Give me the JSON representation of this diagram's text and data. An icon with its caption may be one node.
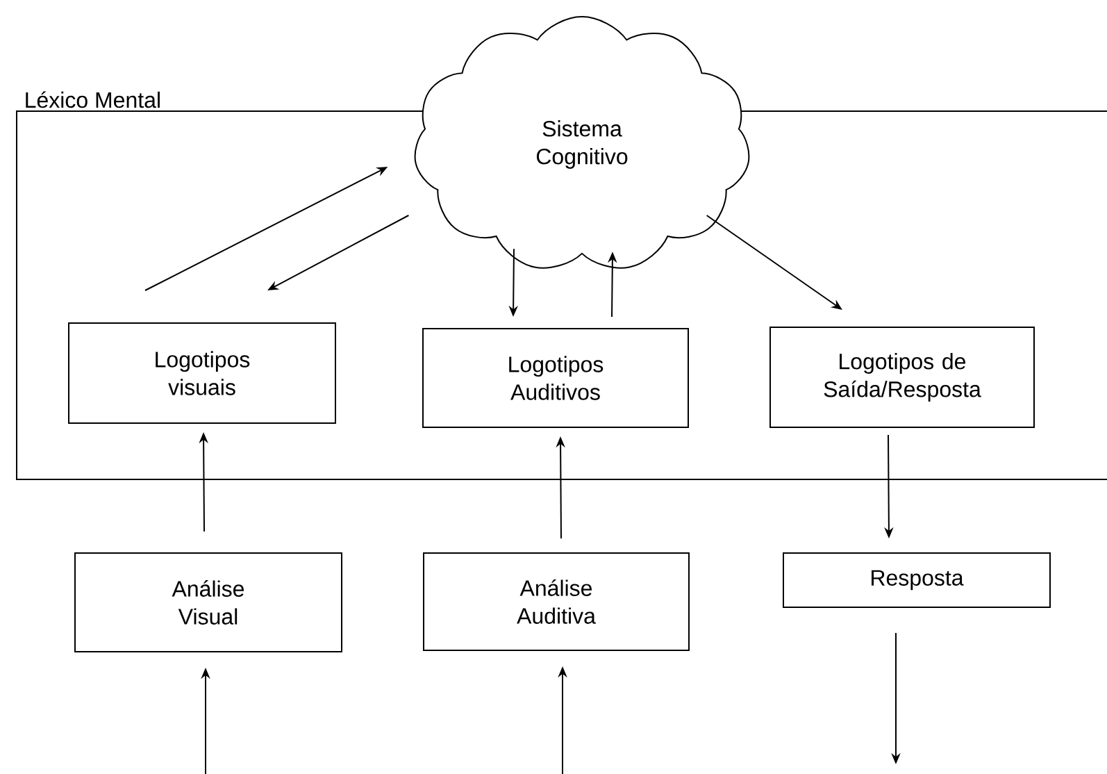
{
  "diagram": {
    "nodes": [
      {
        "text": [
          "Léxico Mental"
        ]
      },
      {
        "text": [
          "Sistema Cognitivo"
        ]
      },
      {
        "text": [
          "Logotipos visuais"
        ],
        "in": 0
      },
      {
        "text": [
          "Logotipos Auditivos"
        ],
        "in": 0
      },
      {
        "text": [
          "Logotipos de Saída/Resposta"
        ],
        "in": 0
      },
      {
        "text": [
          "Análise Visual"
        ]
      },
      {
        "text": [
          "Análise Auditiva"
        ]
      },
      {
        "text": [
          "Resposta"
        ]
      }
    ],
    "edges": [
      {
        "from": 2,
        "to": 1,
        "arrow": "to"
      },
      {
        "from": 1,
        "to": 2,
        "arrow": "to"
      },
      {
        "from": 1,
        "to": 3,
        "arrow": "to"
      },
      {
        "from": 3,
        "to": 1,
        "arrow": "to"
      },
      {
        "from": 1,
        "to": 4,
        "arrow": "to"
      },
      {
        "from": 5,
        "to": 2,
        "arrow": "to"
      },
      {
        "from": 6,
        "to": 3,
        "arrow": "to"
      },
      {
        "from": 4,
        "to": 7,
        "arrow": "to"
      },
      {
        "from": null,
        "to": 5,
        "arrow": "to"
      },
      {
        "from": null,
        "to": 6,
        "arrow": "to"
      },
      {
        "from": 7,
        "to": null,
        "arrow": "to"
      }
    ]
  }
}
